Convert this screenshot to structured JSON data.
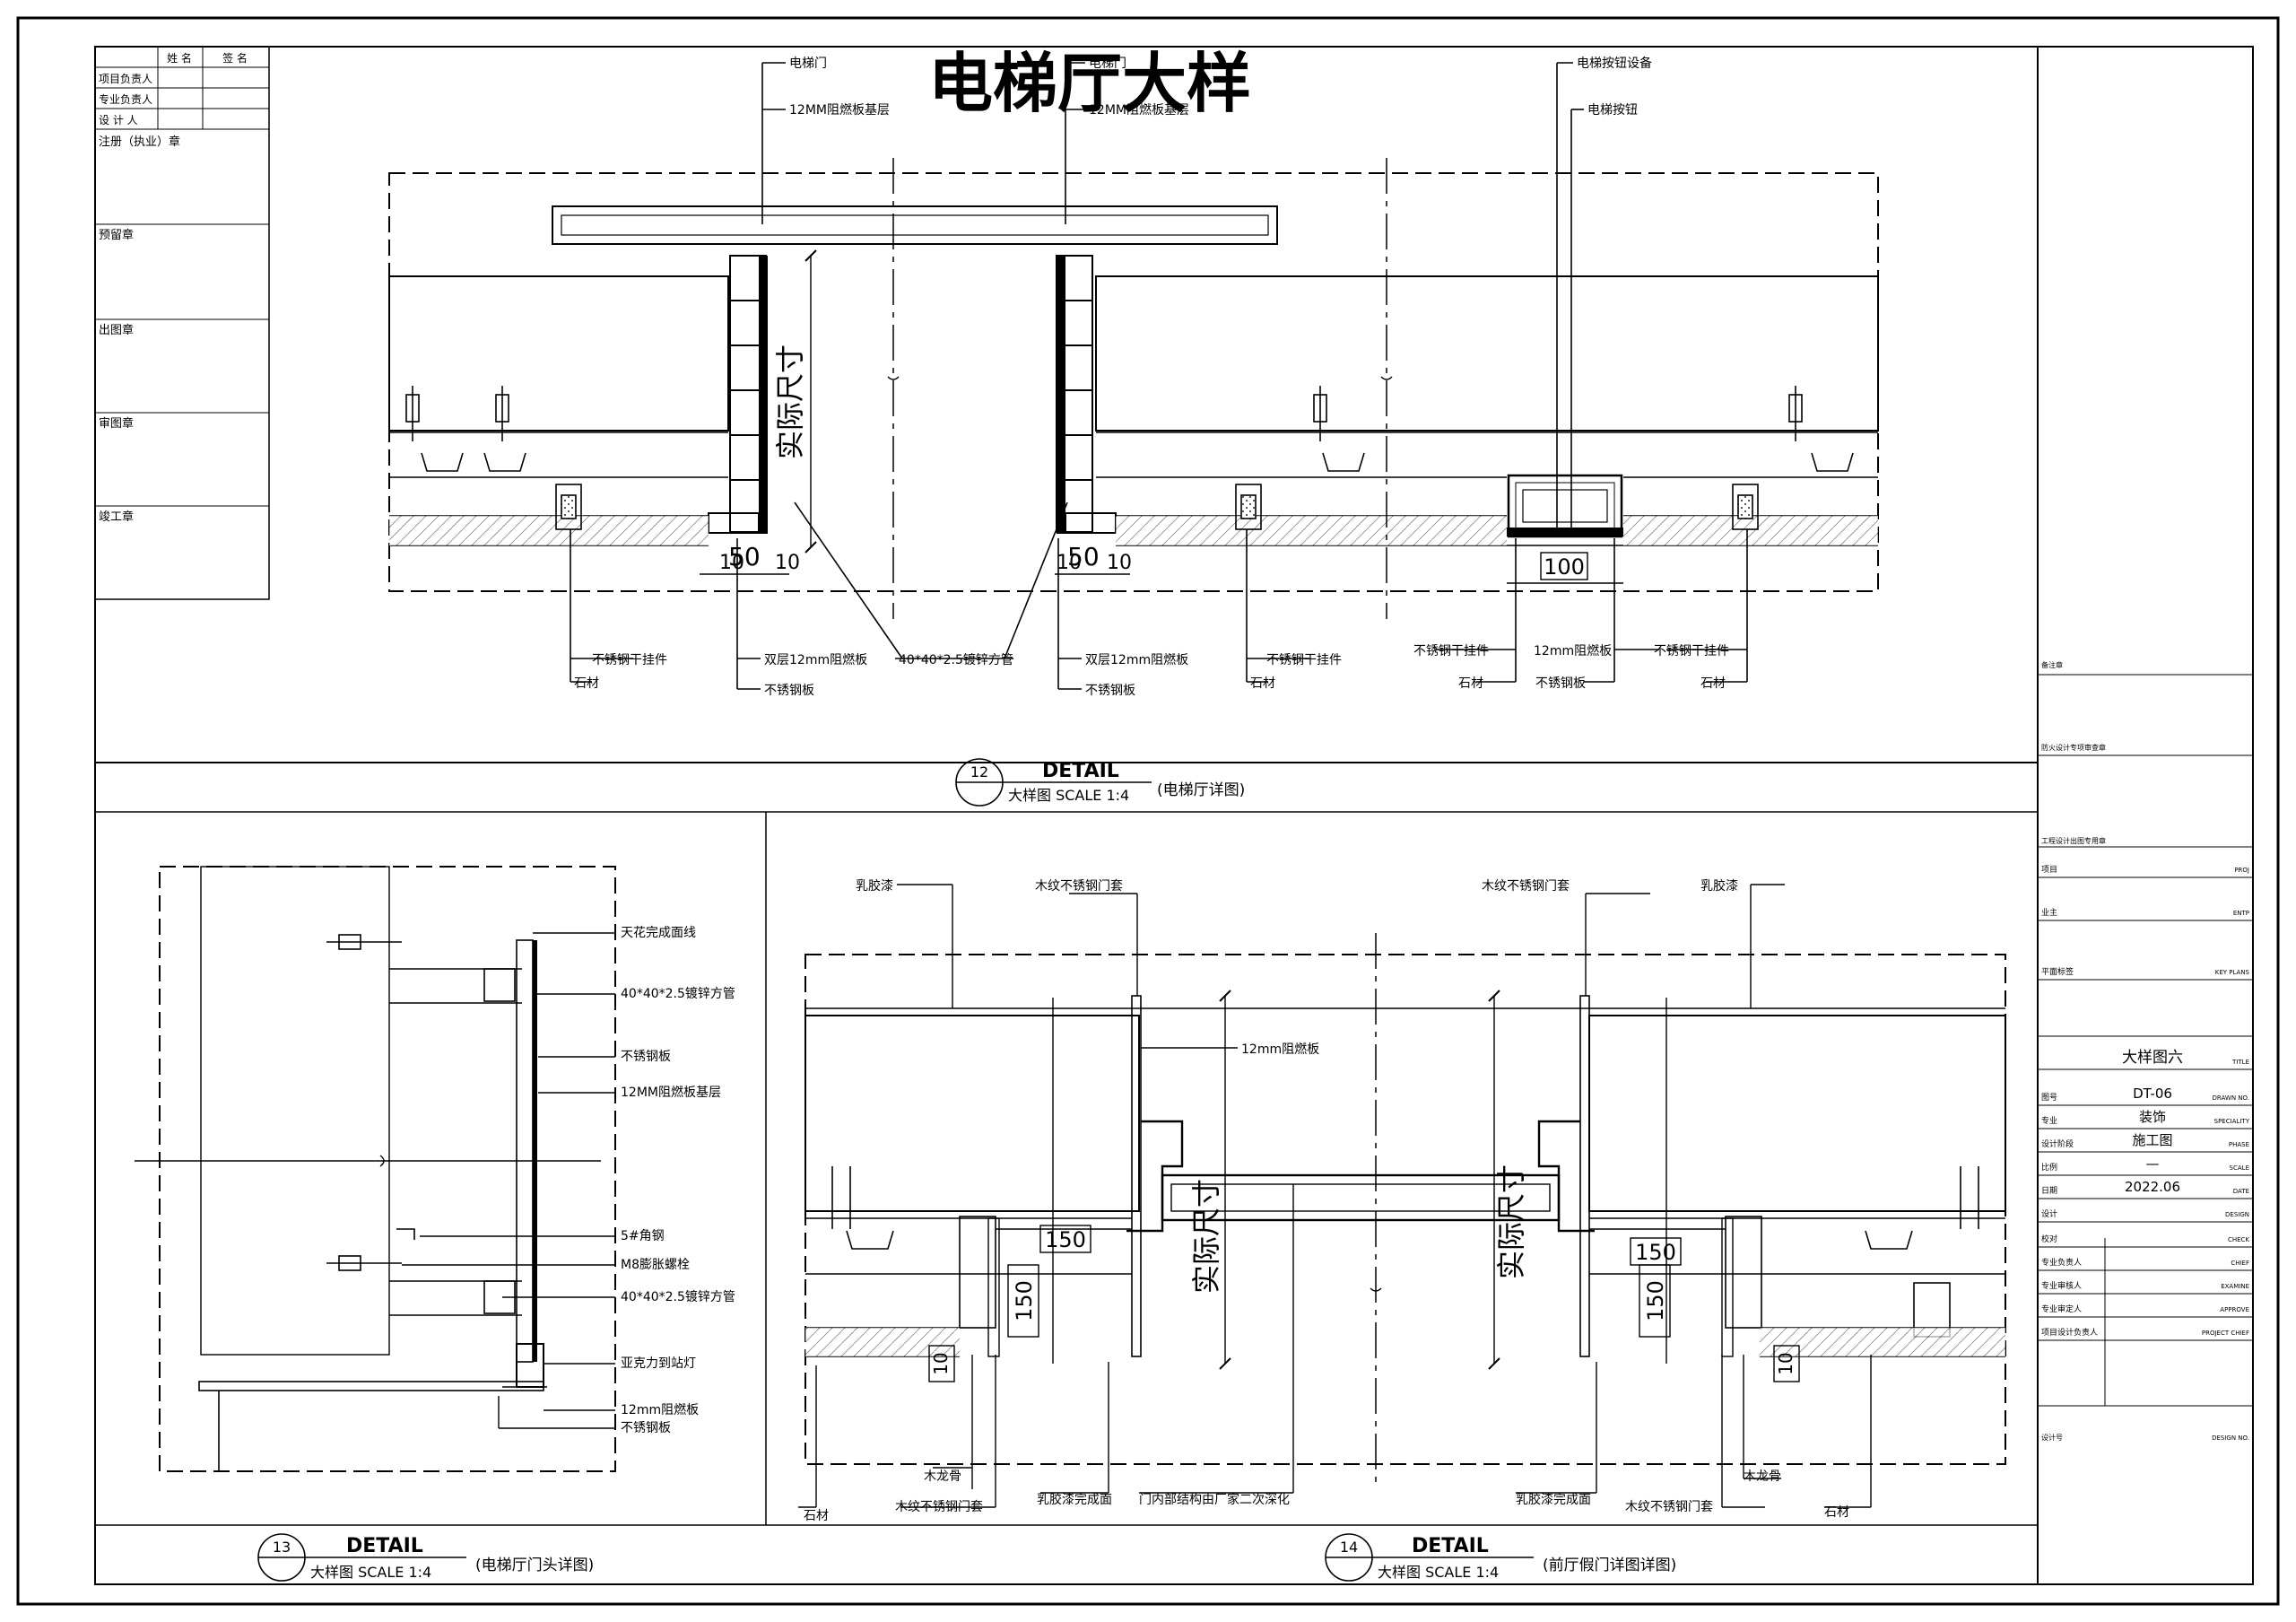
{
  "drawing_title": "电梯厅大样",
  "stamp_block": {
    "head": [
      "",
      "姓  名",
      "签  名"
    ],
    "rows": [
      "项目负责人",
      "专业负责人",
      "设 计 人"
    ],
    "seals": [
      "注册（执业）章",
      "预留章",
      "出图章",
      "审图章",
      "竣工章"
    ]
  },
  "title_block": {
    "header_labels": [
      "备注章",
      "防火设计专项审查章",
      "工程设计出图专用章"
    ],
    "rows": [
      {
        "label": "项目",
        "value": "",
        "en": "PROJ"
      },
      {
        "label": "业主",
        "value": "",
        "en": "ENTP"
      },
      {
        "label": "平面标签",
        "value": "",
        "en": "KEY PLANS"
      },
      {
        "label": "",
        "value": "大样图六",
        "en": "TITLE"
      },
      {
        "label": "图号",
        "value": "DT-06",
        "en": "DRAWN NO."
      },
      {
        "label": "专业",
        "value": "装饰",
        "en": "SPECIALITY"
      },
      {
        "label": "设计阶段",
        "value": "施工图",
        "en": "PHASE"
      },
      {
        "label": "比例",
        "value": "—",
        "en": "SCALE"
      },
      {
        "label": "日期",
        "value": "2022.06",
        "en": "DATE"
      },
      {
        "label": "设计",
        "value": "",
        "en": "DESIGN"
      },
      {
        "label": "校对",
        "value": "",
        "en": "CHECK"
      },
      {
        "label": "专业负责人",
        "value": "",
        "en": "CHIEF"
      },
      {
        "label": "专业审核人",
        "value": "",
        "en": "EXAMINE"
      },
      {
        "label": "专业审定人",
        "value": "",
        "en": "APPROVE"
      },
      {
        "label": "项目设计负责人",
        "value": "",
        "en": "PROJECT CHIEF"
      }
    ],
    "footer_label": "设计号",
    "footer_en": "DESIGN NO."
  },
  "detail12": {
    "num": "12",
    "word": "DETAIL",
    "scale": "大样图  SCALE  1:4",
    "caption": "(电梯厅详图)",
    "labels": {
      "elevator_door": "电梯门",
      "base_layer": "12MM阻燃板基层",
      "call_device": "电梯按钮设备",
      "call_button": "电梯按钮",
      "actual_size": "实际尺寸",
      "hanger": "不锈钢干挂件",
      "stone": "石材",
      "double_board": "双层12mm阻燃板",
      "ss_plate": "不锈钢板",
      "tube": "40*40*2.5镀锌方管",
      "board_12": "12mm阻燃板"
    },
    "dims": {
      "d10": "10",
      "d50": "50",
      "d100": "100"
    }
  },
  "detail13": {
    "num": "13",
    "word": "DETAIL",
    "scale": "大样图  SCALE  1:4",
    "caption": "(电梯厅门头详图)",
    "labels": [
      "天花完成面线",
      "40*40*2.5镀锌方管",
      "不锈钢板",
      "12MM阻燃板基层",
      "5#角钢",
      "M8膨胀螺栓",
      "40*40*2.5镀锌方管",
      "亚克力到站灯",
      "12mm阻燃板",
      "不锈钢板"
    ]
  },
  "detail14": {
    "num": "14",
    "word": "DETAIL",
    "scale": "大样图  SCALE  1:4",
    "caption": "(前厅假门详图详图)",
    "labels": {
      "latex": "乳胶漆",
      "trim": "木纹不锈钢门套",
      "board": "12mm阻燃板",
      "actual": "实际尺寸",
      "keel": "木龙骨",
      "stone": "石材",
      "finish": "乳胶漆完成面",
      "inner": "门内部结构由厂家二次深化"
    },
    "dims": {
      "d150": "150",
      "d10": "10"
    }
  }
}
